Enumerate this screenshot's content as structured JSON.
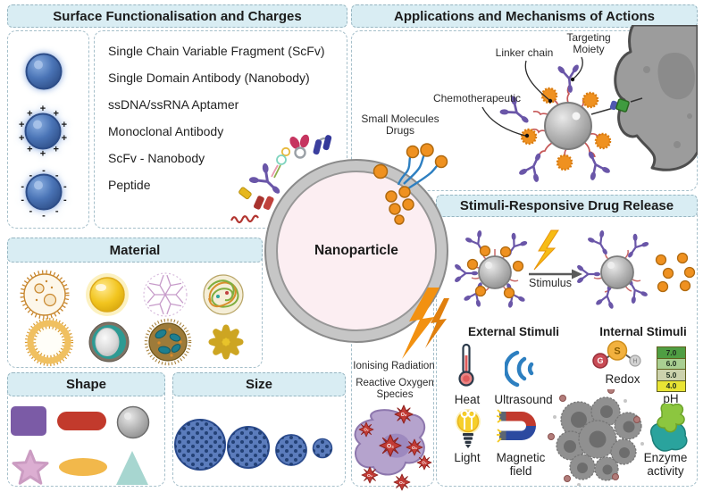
{
  "sections": {
    "surface": {
      "title": "Surface Functionalisation and Charges",
      "ligands": [
        "Single Chain Variable Fragment (ScFv)",
        "Single Domain Antibody (Nanobody)",
        "ssDNA/ssRNA Aptamer",
        "Monoclonal Antibody",
        "ScFv - Nanobody",
        "Peptide"
      ],
      "plus": "+",
      "minus": "-"
    },
    "applications": {
      "title": "Applications and Mechanisms of Actions",
      "labels": {
        "targeting_moiety": "Targeting Moiety",
        "linker_chain": "Linker chain",
        "chemotherapeutic": "Chemotherapeutic",
        "small_molecules": "Small Molecules Drugs"
      }
    },
    "stimuli": {
      "title": "Stimuli-Responsive Drug Release",
      "stimulus_label": "Stimulus",
      "external": {
        "heading": "External Stimuli",
        "items": [
          "Heat",
          "Ultrasound",
          "Light",
          "Magnetic field"
        ]
      },
      "internal": {
        "heading": "Internal Stimuli",
        "items": [
          "Redox",
          "pH",
          "Enzyme activity"
        ]
      },
      "redox_atoms": [
        "G",
        "S",
        "H"
      ],
      "ph_values": [
        "7.0",
        "6.0",
        "5.0",
        "4.0"
      ]
    },
    "material": {
      "title": "Material"
    },
    "shape": {
      "title": "Shape"
    },
    "size": {
      "title": "Size"
    },
    "center": {
      "label": "Nanoparticle",
      "ionising": "Ionising Radiation",
      "ros": "Reactive Oxygen Species",
      "ros_symbol": "O₂"
    }
  },
  "colors": {
    "band_bg": "#d9edf3",
    "border_dash": "#a5bfca",
    "drug_orange": "#ef9120",
    "sphere_blue": "#4a74b6",
    "particle_gray": "#b5b5b5",
    "inner_pink": "#fceef2",
    "ph_scale": [
      "#4f9e43",
      "#a9cf92",
      "#ccd2ad",
      "#e9e434"
    ]
  }
}
